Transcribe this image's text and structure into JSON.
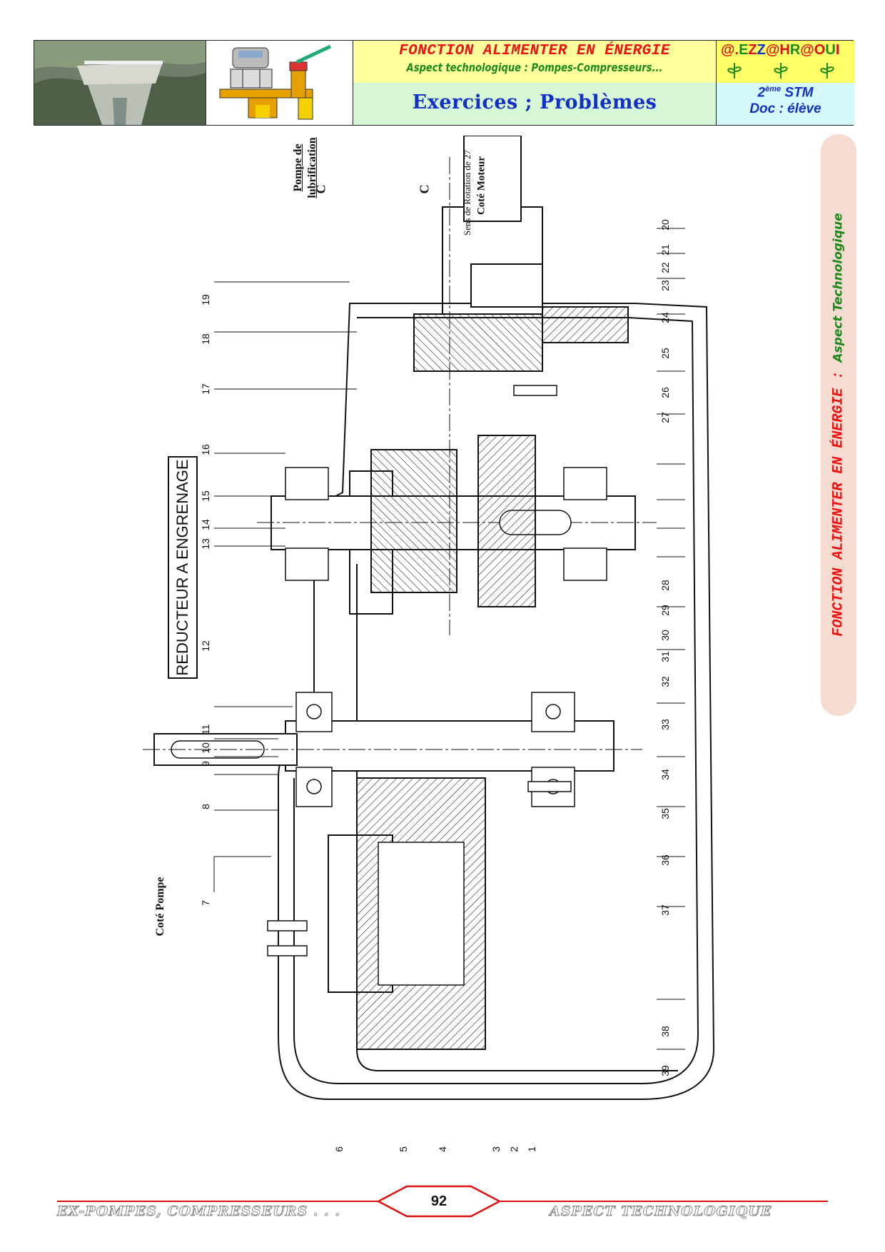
{
  "header": {
    "title_line1": "FONCTION ALIMENTER EN ÉNERGIE",
    "title_line2": "Aspect technologique : Pompes-Compresseurs...",
    "section": "Exercices ; Problèmes",
    "brand": "@.EZZ@HR@OUI",
    "level_base": "2",
    "level_sup": "ème",
    "level_rest": " STM",
    "doc": "Doc : élève"
  },
  "side": {
    "part1": "FONCTION ALIMENTER EN ÉNERGIE  :  ",
    "part2": "Aspect Technologique"
  },
  "drawing": {
    "title": "REDUCTEUR A ENGRENAGE",
    "pump_label_1": "Pompe de",
    "pump_label_2": "lubrification",
    "rotation": "Sens de Rotation de 27",
    "motor_side": "Coté Moteur",
    "pump_side": "Coté Pompe",
    "section_mark": "C",
    "top_numbers": [
      "7",
      "8",
      "9",
      "10",
      "11",
      "12",
      "13",
      "14",
      "15",
      "16",
      "17",
      "18",
      "19"
    ],
    "bottom_numbers": [
      "39",
      "38",
      "37",
      "36",
      "35",
      "34",
      "33",
      "32",
      "31",
      "30",
      "29",
      "28",
      "27",
      "26",
      "25",
      "24",
      "23",
      "22",
      "21",
      "20"
    ],
    "left_numbers": [
      "6",
      "5",
      "4",
      "3",
      "2",
      "1"
    ]
  },
  "footer": {
    "left": "EX-POMPES, COMPRESSEURS . . .",
    "page": "92",
    "right": "ASPECT TECHNOLOGIQUE"
  },
  "colors": {
    "red": "#e11111",
    "green": "#1c8a1c",
    "blue": "#1030c8"
  }
}
